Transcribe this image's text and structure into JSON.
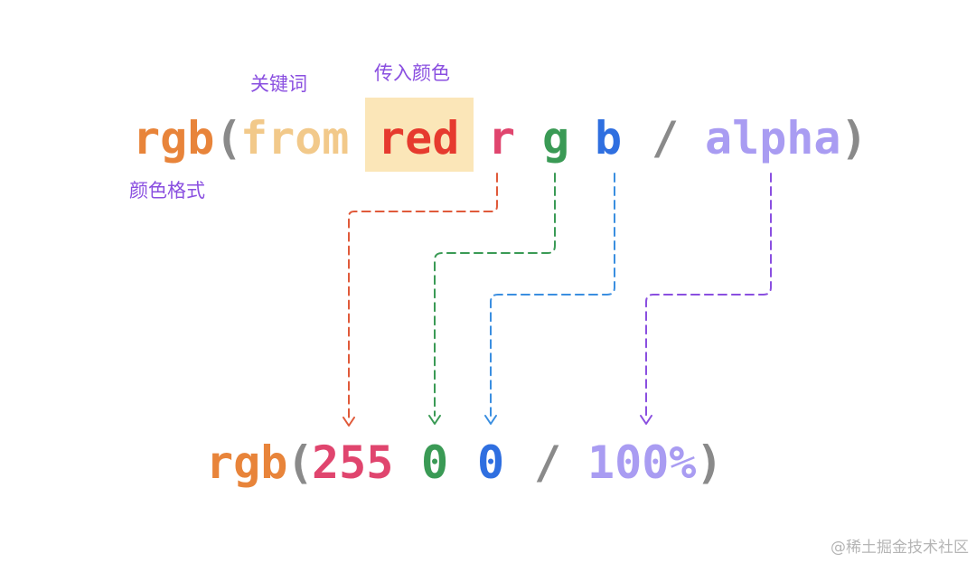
{
  "annotations": {
    "keyword": "关键词",
    "input_color": "传入颜色",
    "color_format": "颜色格式"
  },
  "top_expression": {
    "fn": "rgb",
    "open_paren": "(",
    "keyword": "from",
    "origin": "red",
    "r": "r",
    "g": "g",
    "b": "b",
    "slash": "/",
    "alpha": "alpha",
    "close_paren": ")"
  },
  "bottom_expression": {
    "fn": "rgb",
    "open_paren": "(",
    "r": "255",
    "g": "0",
    "b": "0",
    "slash": "/",
    "alpha": "100%",
    "close_paren": ")"
  },
  "watermark": "@稀土掘金技术社区",
  "colors": {
    "fn": "#e8843a",
    "paren": "#8a8a8a",
    "keyword": "#f2c98a",
    "origin": "#e63a2e",
    "origin_bg": "#fbe6b8",
    "r": "#e0456e",
    "g": "#3a9a55",
    "b": "#2f6fe0",
    "alpha": "#a99cf2",
    "label": "#8a4fe0",
    "arrow_r": "#e05a3a",
    "arrow_g": "#3a9a55",
    "arrow_b": "#3a8ee0",
    "arrow_alpha": "#8a4fe0",
    "watermark": "#b5b5b5"
  }
}
